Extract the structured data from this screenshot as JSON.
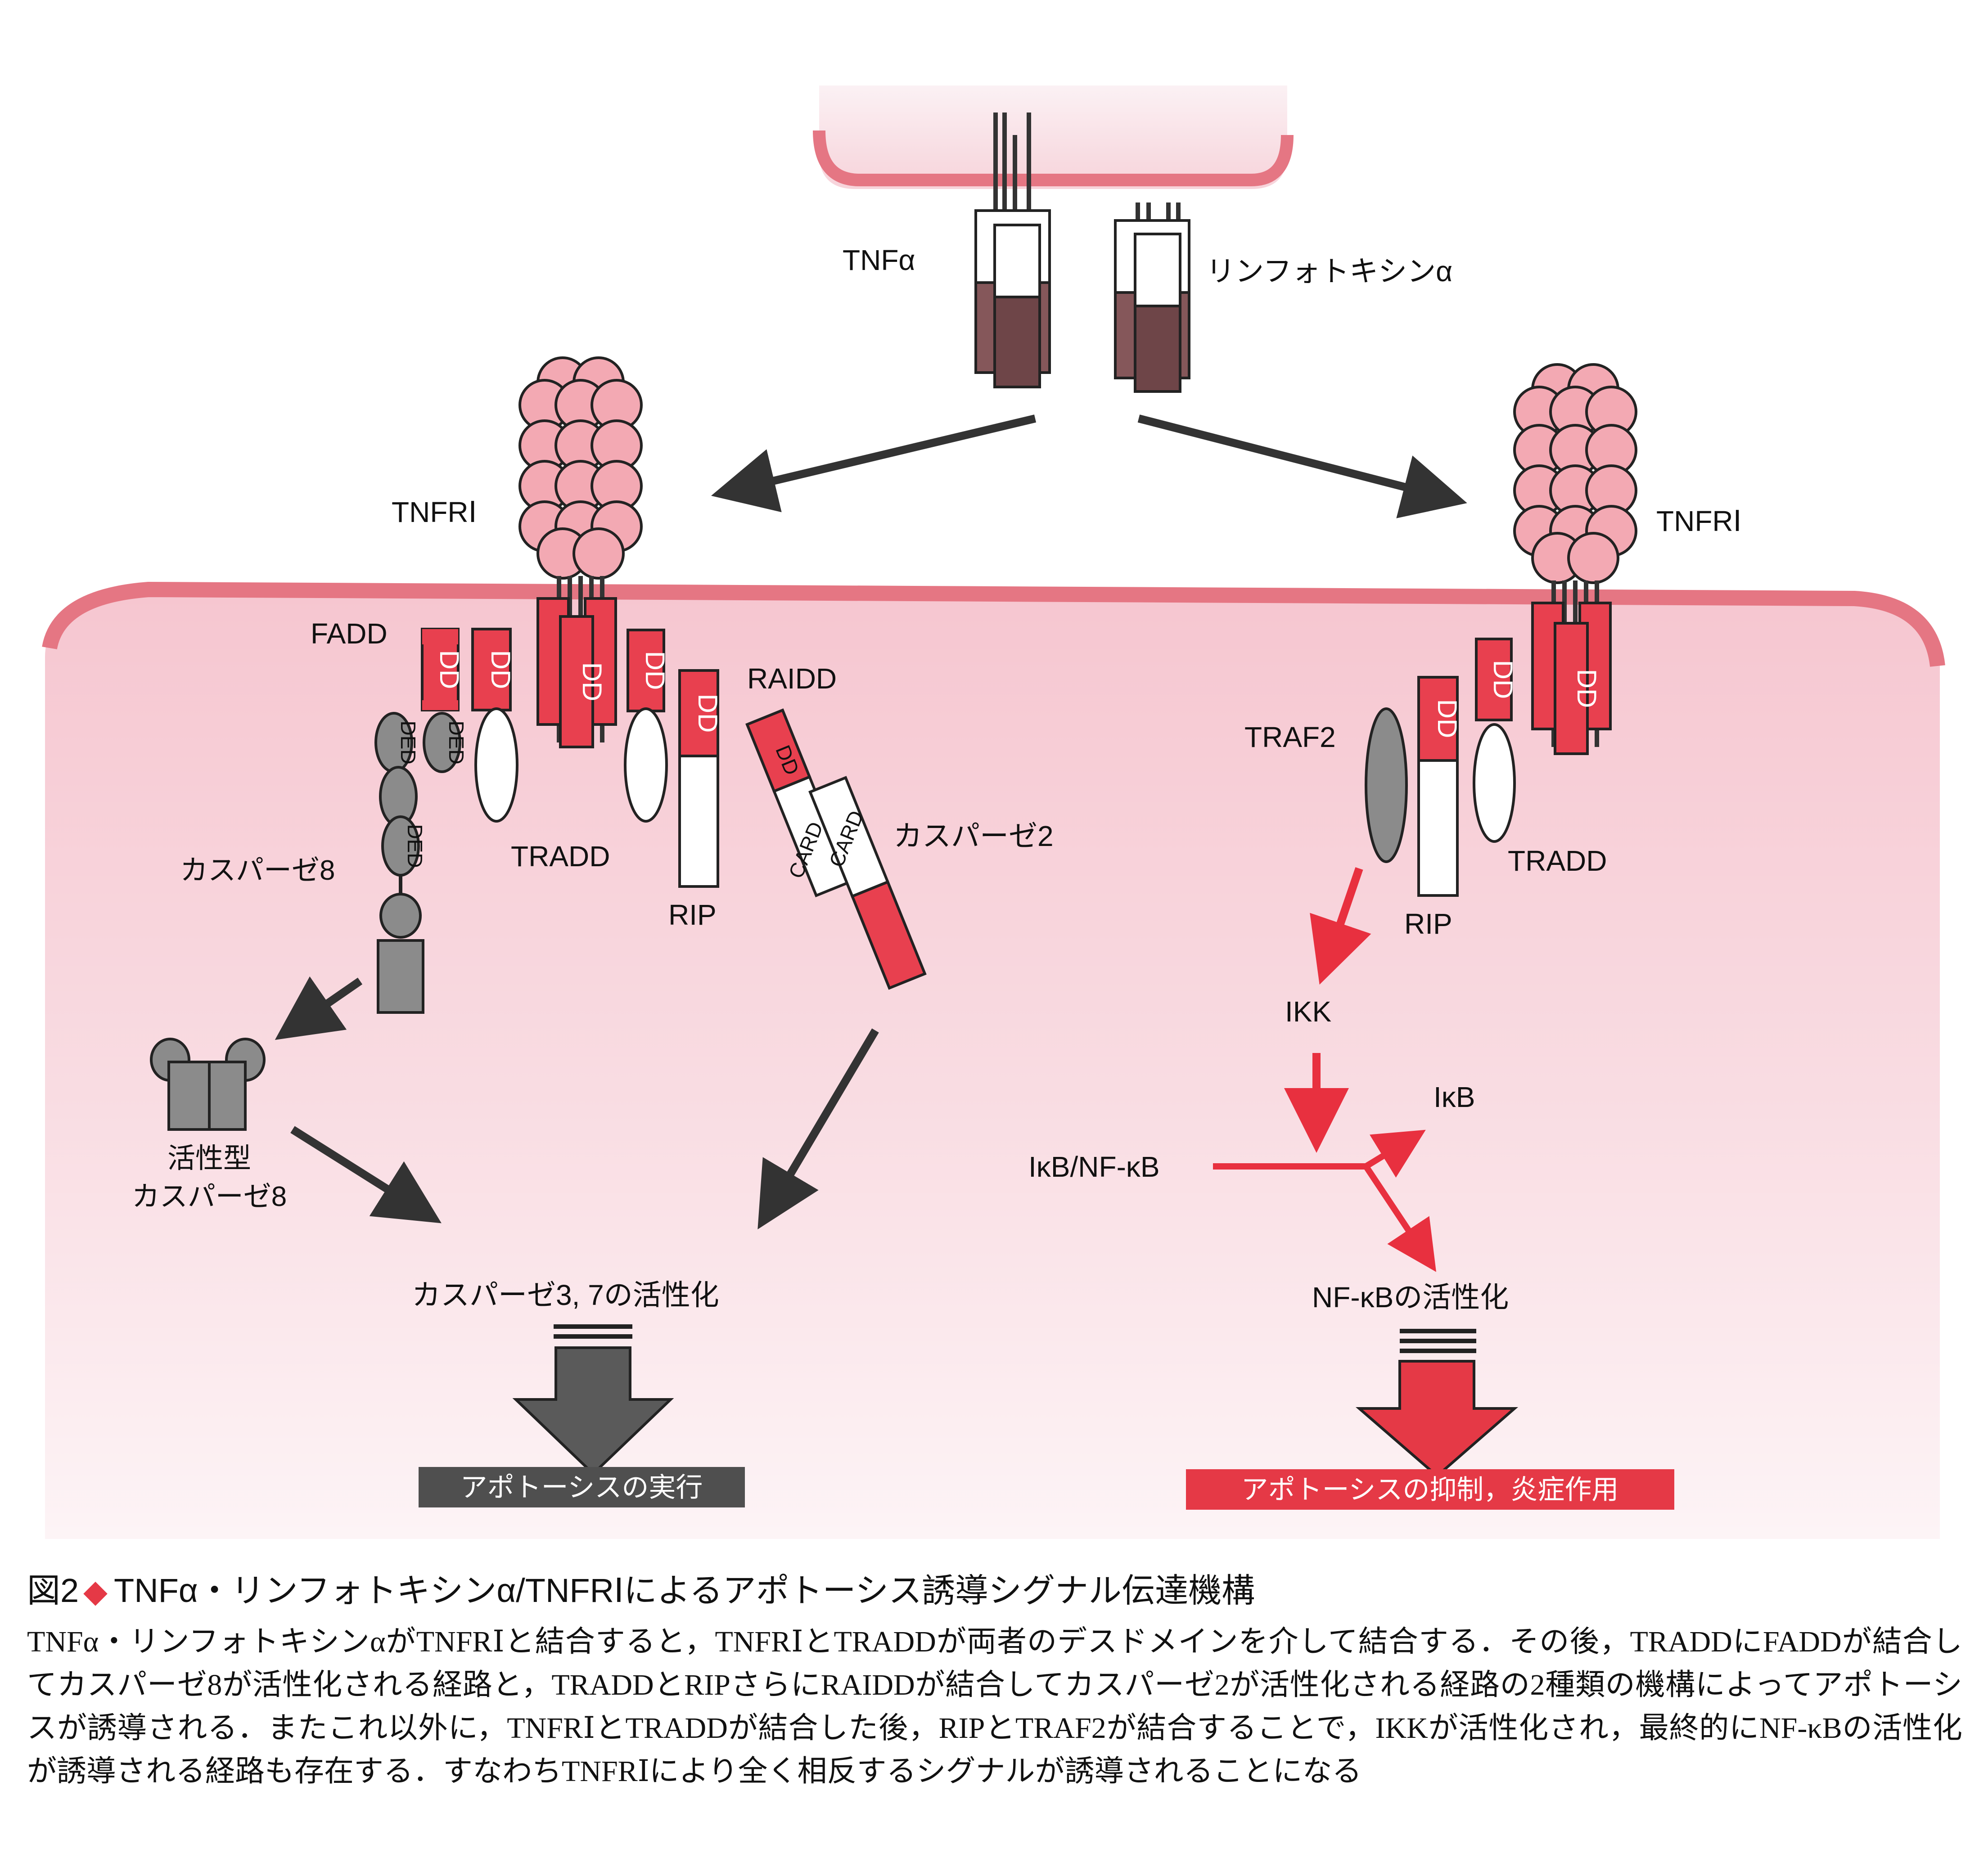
{
  "ligands": {
    "tnf": "TNFα",
    "lt": "リンフォトキシンα"
  },
  "left": {
    "receptor": "TNFRⅠ",
    "fadd": "FADD",
    "tradd": "TRADD",
    "rip": "RIP",
    "raidd": "RAIDD",
    "caspase8": "カスパーゼ8",
    "caspase2": "カスパーゼ2",
    "active_caspase8_line1": "活性型",
    "active_caspase8_line2": "カスパーゼ8",
    "activation": "カスパーゼ3, 7の活性化",
    "outcome": "アポトーシスの実行",
    "domains": {
      "dd": "DD",
      "ded": "DED",
      "card": "CARD"
    }
  },
  "right": {
    "receptor": "TNFRⅠ",
    "traf2": "TRAF2",
    "rip": "RIP",
    "tradd": "TRADD",
    "ikk": "IKK",
    "ikb": "IκB",
    "ikb_nfkb": "IκB/NF-κB",
    "activation": "NF-κBの活性化",
    "outcome": "アポトーシスの抑制，炎症作用"
  },
  "caption": {
    "figure_no": "図2",
    "title": "TNFα・リンフォトキシンα/TNFRⅠによるアポトーシス誘導シグナル伝達機構",
    "body": "TNFα・リンフォトキシンαがTNFRⅠと結合すると，TNFRⅠとTRADDが両者のデスドメインを介して結合する．その後，TRADDにFADDが結合してカスパーゼ8が活性化される経路と，TRADDとRIPさらにRAIDDが結合してカスパーゼ2が活性化される経路の2種類の機構によってアポトーシスが誘導される．またこれ以外に，TNFRⅠとTRADDが結合した後，RIPとTRAF2が結合することで，IKKが活性化され，最終的にNF-κBの活性化が誘導される経路も存在する．すなわちTNFRⅠにより全く相反するシグナルが誘導されることになる"
  },
  "colors": {
    "membrane": "#e57683",
    "cytoplasm_top": "#f6c9d2",
    "dd_box": "#e8404f",
    "receptor_bead": "#f3a9b3",
    "gray_protein": "#8b8b8b",
    "ligand_brown": "#85575a",
    "outcome_left": "#4f4f4f",
    "outcome_right": "#e53946",
    "arrow_dark": "#333333",
    "arrow_red": "#e8303f"
  }
}
